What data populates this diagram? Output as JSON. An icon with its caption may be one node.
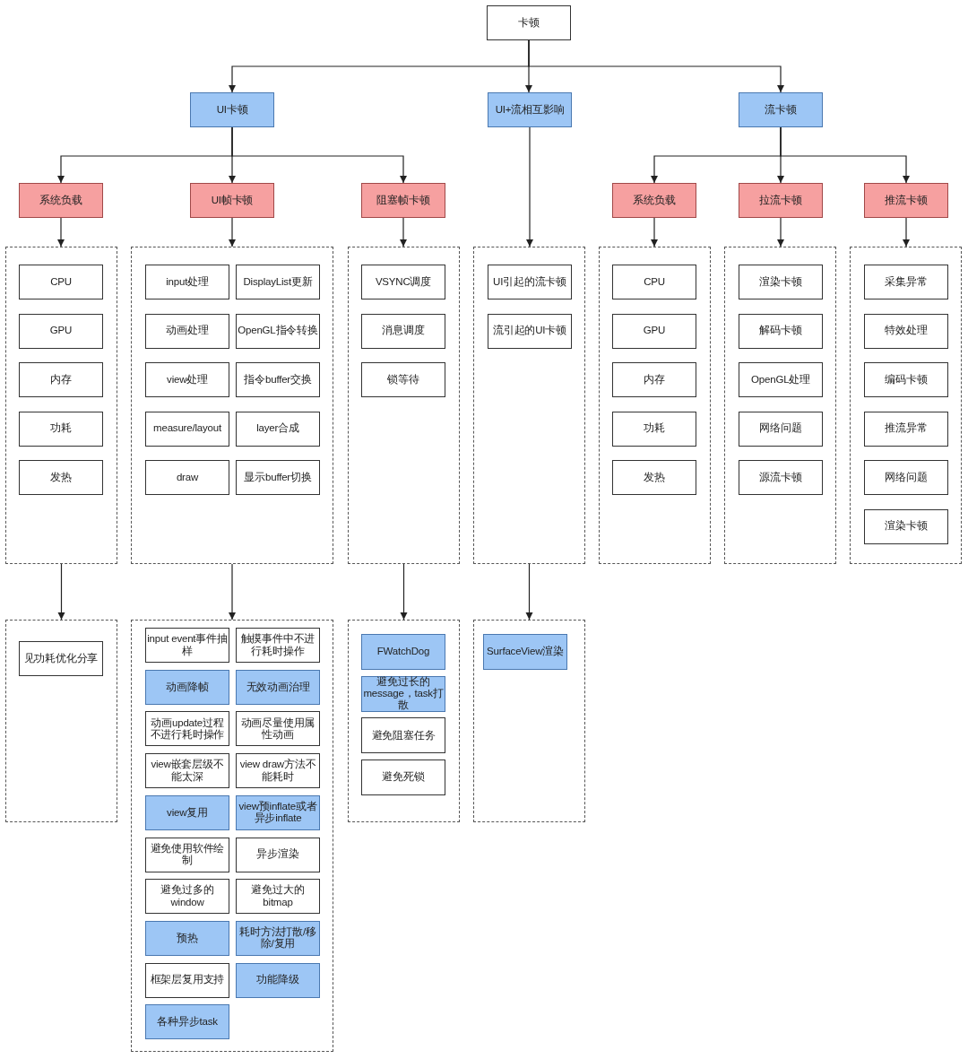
{
  "diagram": {
    "nodes": [
      {
        "text": [
          "卡顿"
        ]
      },
      {
        "text": [
          "UI卡顿"
        ]
      },
      {
        "text": [
          "UI+流相互影响"
        ]
      },
      {
        "text": [
          "流卡顿"
        ]
      },
      {
        "text": [
          "系统负载"
        ]
      },
      {
        "text": [
          "UI帧卡顿"
        ]
      },
      {
        "text": [
          "阻塞帧卡顿"
        ]
      },
      {
        "text": [
          "系统负载"
        ]
      },
      {
        "text": [
          "拉流卡顿"
        ]
      },
      {
        "text": [
          "推流卡顿"
        ]
      },
      {
        "text": [],
        "shape": "box"
      },
      {
        "text": [
          "CPU"
        ],
        "in": 10
      },
      {
        "text": [
          "GPU"
        ],
        "in": 10
      },
      {
        "text": [
          "内存"
        ],
        "in": 10
      },
      {
        "text": [
          "功耗"
        ],
        "in": 10
      },
      {
        "text": [
          "发热"
        ],
        "in": 10
      },
      {
        "text": [],
        "shape": "box"
      },
      {
        "text": [
          "input处理"
        ],
        "in": 16
      },
      {
        "text": [
          "DisplayList更新"
        ],
        "in": 16
      },
      {
        "text": [
          "动画处理"
        ],
        "in": 16
      },
      {
        "text": [
          "OpenGL指令转换"
        ],
        "in": 16
      },
      {
        "text": [
          "view处理"
        ],
        "in": 16
      },
      {
        "text": [
          "指令buffer交换"
        ],
        "in": 16
      },
      {
        "text": [
          "measure/layout"
        ],
        "in": 16
      },
      {
        "text": [
          "layer合成"
        ],
        "in": 16
      },
      {
        "text": [
          "draw"
        ],
        "in": 16
      },
      {
        "text": [
          "显示buffer切换"
        ],
        "in": 16
      },
      {
        "text": [],
        "shape": "box"
      },
      {
        "text": [
          "VSYNC调度"
        ],
        "in": 27
      },
      {
        "text": [
          "消息调度"
        ],
        "in": 27
      },
      {
        "text": [
          "锁等待"
        ],
        "in": 27
      },
      {
        "text": [],
        "shape": "box"
      },
      {
        "text": [
          "UI引起的流卡顿"
        ],
        "in": 31
      },
      {
        "text": [
          "流引起的UI卡顿"
        ],
        "in": 31
      },
      {
        "text": [],
        "shape": "box"
      },
      {
        "text": [
          "CPU"
        ],
        "in": 34
      },
      {
        "text": [
          "GPU"
        ],
        "in": 34
      },
      {
        "text": [
          "内存"
        ],
        "in": 34
      },
      {
        "text": [
          "功耗"
        ],
        "in": 34
      },
      {
        "text": [
          "发热"
        ],
        "in": 34
      },
      {
        "text": [],
        "shape": "box"
      },
      {
        "text": [
          "渲染卡顿"
        ],
        "in": 40
      },
      {
        "text": [
          "解码卡顿"
        ],
        "in": 40
      },
      {
        "text": [
          "OpenGL处理"
        ],
        "in": 40
      },
      {
        "text": [
          "网络问题"
        ],
        "in": 40
      },
      {
        "text": [
          "源流卡顿"
        ],
        "in": 40
      },
      {
        "text": [],
        "shape": "box"
      },
      {
        "text": [
          "采集异常"
        ],
        "in": 46
      },
      {
        "text": [
          "特效处理"
        ],
        "in": 46
      },
      {
        "text": [
          "编码卡顿"
        ],
        "in": 46
      },
      {
        "text": [
          "推流异常"
        ],
        "in": 46
      },
      {
        "text": [
          "网络问题"
        ],
        "in": 46
      },
      {
        "text": [
          "渲染卡顿"
        ],
        "in": 46
      },
      {
        "text": [],
        "shape": "box"
      },
      {
        "text": [
          "见功耗优化分享"
        ],
        "in": 53
      },
      {
        "text": [],
        "shape": "box"
      },
      {
        "text": [
          "input event事件抽样"
        ],
        "in": 55
      },
      {
        "text": [
          "触摸事件中不进行耗时操作"
        ],
        "in": 55
      },
      {
        "text": [
          "动画降帧"
        ],
        "in": 55
      },
      {
        "text": [
          "无效动画治理"
        ],
        "in": 55
      },
      {
        "text": [
          "动画update过程不进行耗时操作"
        ],
        "in": 55
      },
      {
        "text": [
          "动画尽量使用属性动画"
        ],
        "in": 55
      },
      {
        "text": [
          "view嵌套层级不能太深"
        ],
        "in": 55
      },
      {
        "text": [
          "view draw方法不能耗时"
        ],
        "in": 55
      },
      {
        "text": [
          "view复用"
        ],
        "in": 55
      },
      {
        "text": [
          "view预inflate或者异步inflate"
        ],
        "in": 55
      },
      {
        "text": [
          "避免使用软件绘制"
        ],
        "in": 55
      },
      {
        "text": [
          "异步渲染"
        ],
        "in": 55
      },
      {
        "text": [
          "避免过多的window"
        ],
        "in": 55
      },
      {
        "text": [
          "避免过大的bitmap"
        ],
        "in": 55
      },
      {
        "text": [
          "预热"
        ],
        "in": 55
      },
      {
        "text": [
          "耗时方法打散/移除/复用"
        ],
        "in": 55
      },
      {
        "text": [
          "框架层复用支持"
        ],
        "in": 55
      },
      {
        "text": [
          "功能降级"
        ],
        "in": 55
      },
      {
        "text": [
          "各种异步task"
        ],
        "in": 55
      },
      {
        "text": [],
        "shape": "box"
      },
      {
        "text": [
          "FWatchDog"
        ],
        "in": 75
      },
      {
        "text": [
          "避免过长的message，task打散"
        ],
        "in": 75
      },
      {
        "text": [
          "避免阻塞任务"
        ],
        "in": 75
      },
      {
        "text": [
          "避免死锁"
        ],
        "in": 75
      },
      {
        "text": [],
        "shape": "box"
      },
      {
        "text": [
          "SurfaceView渲染"
        ],
        "in": 80
      }
    ],
    "edges": [
      {
        "from": 0,
        "to": 1,
        "arrow": "to"
      },
      {
        "from": 0,
        "to": 2,
        "arrow": "to"
      },
      {
        "from": 0,
        "to": 3,
        "arrow": "to"
      },
      {
        "from": 1,
        "to": 4,
        "arrow": "to"
      },
      {
        "from": 1,
        "to": 5,
        "arrow": "to"
      },
      {
        "from": 1,
        "to": 6,
        "arrow": "to"
      },
      {
        "from": 3,
        "to": 7,
        "arrow": "to"
      },
      {
        "from": 3,
        "to": 8,
        "arrow": "to"
      },
      {
        "from": 3,
        "to": 9,
        "arrow": "to"
      },
      {
        "from": 4,
        "to": 10,
        "arrow": "to"
      },
      {
        "from": 5,
        "to": 16,
        "arrow": "to"
      },
      {
        "from": 6,
        "to": 27,
        "arrow": "to"
      },
      {
        "from": 2,
        "to": 31,
        "arrow": "to"
      },
      {
        "from": 7,
        "to": 34,
        "arrow": "to"
      },
      {
        "from": 8,
        "to": 40,
        "arrow": "to"
      },
      {
        "from": 9,
        "to": 46,
        "arrow": "to"
      },
      {
        "from": 10,
        "to": 53,
        "arrow": "to"
      },
      {
        "from": 16,
        "to": 55,
        "arrow": "to"
      },
      {
        "from": 27,
        "to": 75,
        "arrow": "to"
      },
      {
        "from": 31,
        "to": 80,
        "arrow": "to"
      }
    ]
  }
}
